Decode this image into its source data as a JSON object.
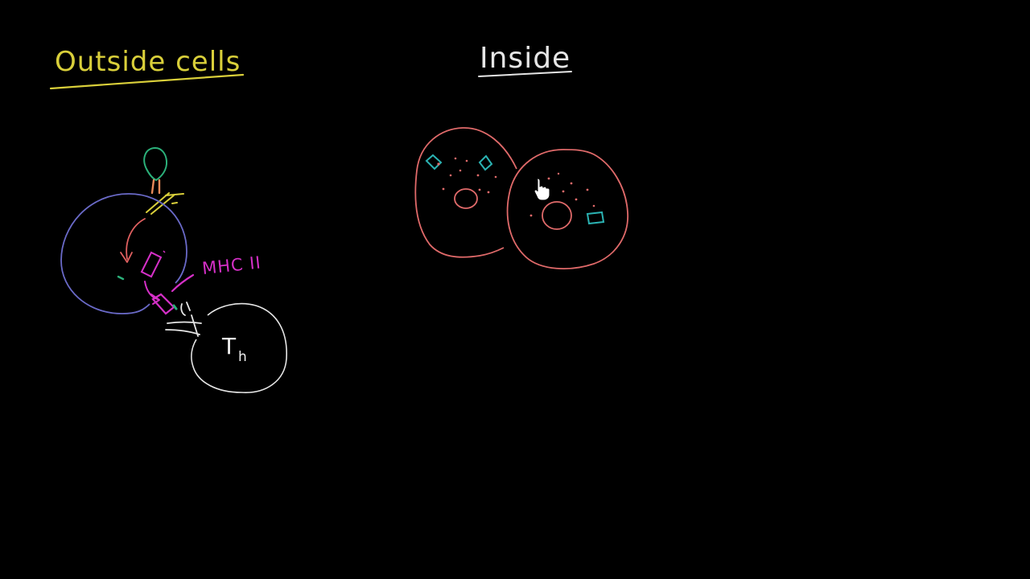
{
  "labels": {
    "outside": "Outside cells",
    "inside": "Inside",
    "mhc": "MHC II",
    "t_helper_main": "T",
    "t_helper_sub": "h"
  },
  "colors": {
    "background": "#000000",
    "outside_label": "#d9cf3a",
    "inside_label": "#e6e6e6",
    "b_cell": "#6a6ac8",
    "antigen": "#2bb07a",
    "receptor": "#d9cf3a",
    "mhc": "#d630c8",
    "arrow": "#e06060",
    "t_cell": "#e6e6e6",
    "infected_cell": "#e06a6a",
    "viral_protein": "#2bb3b3",
    "cursor": "#ffffff"
  },
  "icons": {
    "cursor": "hand-pointer-icon"
  }
}
